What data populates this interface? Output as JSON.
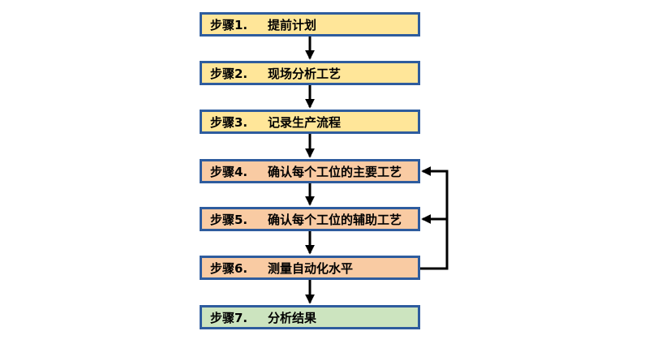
{
  "diagram": {
    "type": "flowchart",
    "direction": "top-down",
    "steps": [
      {
        "label": "步骤1.",
        "text": "提前计划",
        "group": "plan"
      },
      {
        "label": "步骤2.",
        "text": "现场分析工艺",
        "group": "plan"
      },
      {
        "label": "步骤3.",
        "text": "记录生产流程",
        "group": "plan"
      },
      {
        "label": "步骤4.",
        "text": "确认每个工位的主要工艺",
        "group": "measure"
      },
      {
        "label": "步骤5.",
        "text": "确认每个工位的辅助工艺",
        "group": "measure"
      },
      {
        "label": "步骤6.",
        "text": "测量自动化水平",
        "group": "measure"
      },
      {
        "label": "步骤7.",
        "text": "分析结果",
        "group": "result"
      }
    ],
    "edges": [
      {
        "from": "步骤1",
        "to": "步骤2",
        "kind": "forward"
      },
      {
        "from": "步骤2",
        "to": "步骤3",
        "kind": "forward"
      },
      {
        "from": "步骤3",
        "to": "步骤4",
        "kind": "forward"
      },
      {
        "from": "步骤4",
        "to": "步骤5",
        "kind": "forward"
      },
      {
        "from": "步骤5",
        "to": "步骤6",
        "kind": "forward"
      },
      {
        "from": "步骤6",
        "to": "步骤7",
        "kind": "forward"
      },
      {
        "from": "步骤6",
        "to": "步骤4",
        "kind": "feedback"
      },
      {
        "from": "步骤6",
        "to": "步骤5",
        "kind": "feedback"
      }
    ]
  },
  "colors": {
    "background": "#FFFFFF",
    "box_border": "#2E5C9E",
    "fill_plan": "#FFE699",
    "fill_measure": "#F9CBA3",
    "fill_result": "#CCE4BF",
    "arrow": "#000000",
    "text": "#000000"
  }
}
